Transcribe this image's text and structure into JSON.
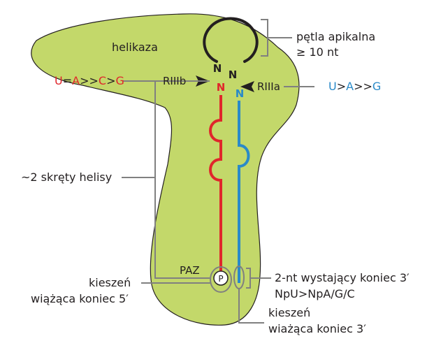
{
  "labels": {
    "helicase": "helikaza",
    "apical_loop_1": "pętla apikalna",
    "apical_loop_2": "≥ 10 nt",
    "rnase_b": "RIIIb",
    "rnase_a": "RIIIa",
    "helix_turns": "~2 skręty helisy",
    "paz": "PAZ",
    "phosphate": "P",
    "pocket_5_1": "kieszeń",
    "pocket_5_2": "wiążąca koniec 5′",
    "overhang_1": "2-nt wystający koniec 3′",
    "overhang_2": "NpU>NpA/G/C",
    "pocket_3_1": "kieszeń",
    "pocket_3_2": "wiażąca koniec 3′"
  },
  "nucleotides": {
    "loop_left": "N",
    "loop_right": "N",
    "strand5": "N",
    "strand3": "N"
  },
  "preference_left": [
    "U",
    "=",
    "A",
    ">>",
    "C",
    ">",
    "G"
  ],
  "preference_right": [
    "U",
    ">",
    "A",
    ">>",
    "G"
  ],
  "colors": {
    "protein": "#c3d86a",
    "protein_outline": "#231f20",
    "strand_5prime": "#e0262b",
    "strand_3prime": "#2a8ac8",
    "loop": "#231f20",
    "leader": "#808080",
    "text": "#231f20"
  }
}
